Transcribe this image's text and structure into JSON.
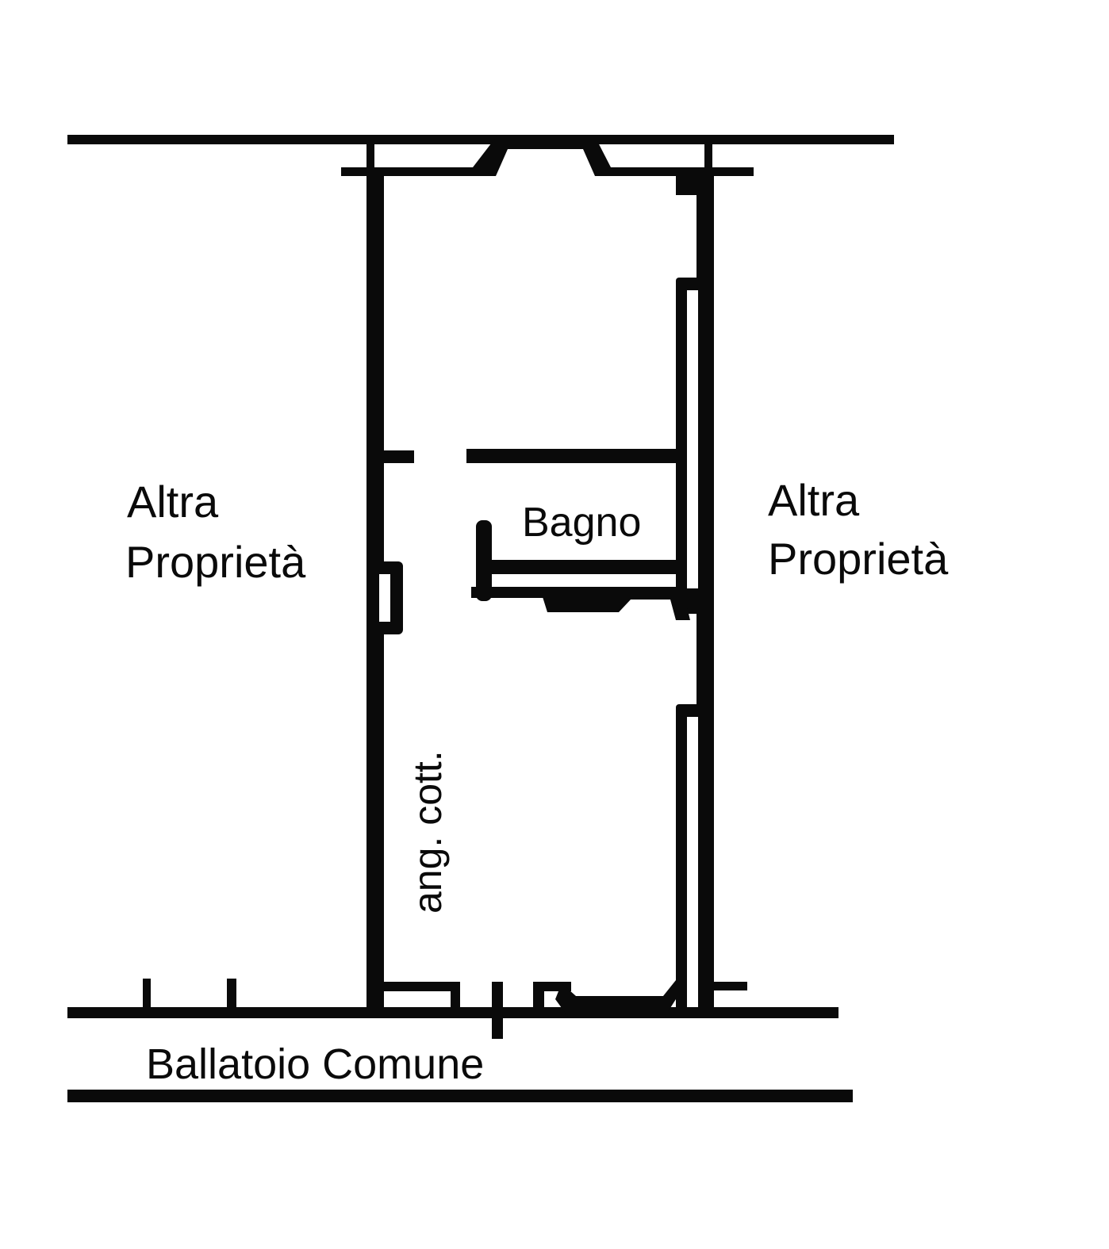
{
  "labels": {
    "left_property_line1": "Altra",
    "left_property_line2": "Proprietà",
    "right_property_line1": "Altra",
    "right_property_line2": "Proprietà",
    "bathroom": "Bagno",
    "kitchenette": "ang. cott.",
    "corridor": "Ballatoio Comune"
  },
  "colors": {
    "background": "#ffffff",
    "ink": "#0a0a0a"
  }
}
